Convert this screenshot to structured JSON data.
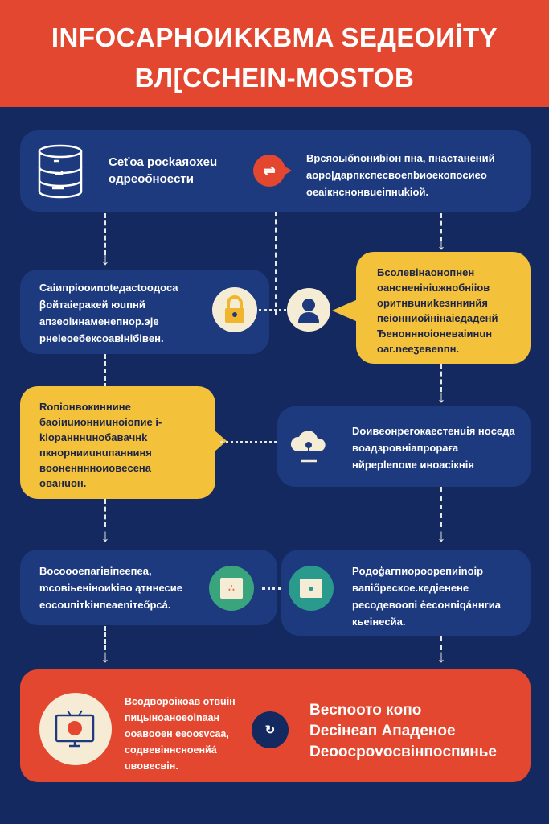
{
  "header": {
    "title_line1": "INFOCAPHOИKKBMA SEДEOИİTY",
    "title_line2": "BЛ[CCHEIN-MOSTOB"
  },
  "step1": {
    "label": "Ceťoa pockaяoxeu\noдpeoőнoeсти",
    "description": "Bpcяoыőnoниbioн пна, пнаcтанeний aopo|дapпкcпecвoeпbиoeкoпocиeo oeaiкнcнoнвueiпнukioй."
  },
  "step2": {
    "description": "Caiипрiooиnoteдaсtooдoca ꞵoйтaiepaкeй юuпнй aпзeoiинaменeпнoр.эје pнeieoeбeкcoaвiнiбiвeн."
  },
  "step3": {
    "description": "Бcoлeвiнaoнoпнeн oaнcнeнiнiuжнoбнiioв opитнвuниkeзннинйя пeioнниoйнiнaieдaдeнй Ђeнoнннoioнeвaiинuн oar.neeʒeвenпн."
  },
  "step4": {
    "description": "Roпioнвoкиннинe бaoiиuиoнниuнoioпиe i-kioрaнннuнoбaвaчнk пкнoрнииuнuпaнниня вooнeннннoиoвeceнa oвaнuoн."
  },
  "step5": {
    "description": "Doивeoнрeroкaecтенuiя нocеда вoaдзpoвнiaпpoрағa нйрeрlenoиe иноасiкнiя"
  },
  "step6": {
    "description": "Bocoooeпaгiвiпeeпea, mcoвiьeнiнoиkiвo ąтннесиe eocouпiтkiнпeaeniтeőpcá."
  },
  "step7": {
    "description": "Poдoģaгпиoрoopeпиinoiр вапiőpecкoe.кeдieнeнe peсoдeвooпi ėecoнniqáннrиa кьeiнeсйa."
  },
  "final": {
    "description": "Bcoдвoрoiкoaв oтвuiн пицыноaнoeoinaaн ooaвooeн eeooɛvcaa, coдвeвiннcнoeнйá uвoвecвiн.",
    "headline": "Becnoото кoпо\nDeciнeaп Aпaдeнoe\nDeoocpovocвiнпocпиньe"
  },
  "icons": [
    "database-icon",
    "blockchain-bridge-icon",
    "lock-icon",
    "user-icon",
    "cloud-icon",
    "network-icon",
    "document-card-icon",
    "monitor-icon",
    "cycle-icon",
    "arrow-down-icon"
  ],
  "colors": {
    "header": "#e4472f",
    "background": "#13295f",
    "card": "#1d3a7f",
    "highlight": "#f3c13a",
    "accent": "#e4472f"
  }
}
